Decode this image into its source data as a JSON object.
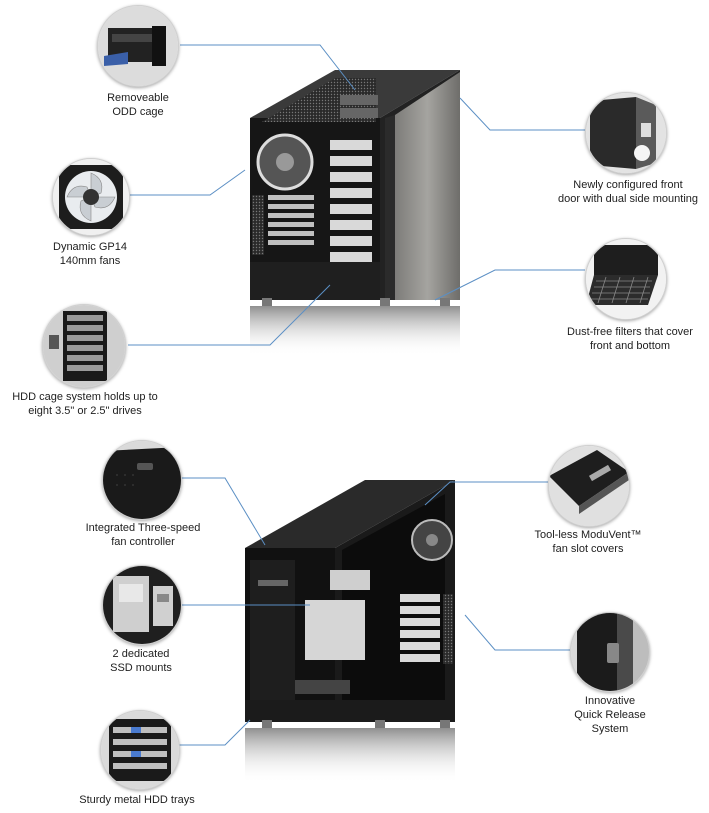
{
  "features": {
    "odd_cage": "Removeable\nODD cage",
    "fans": "Dynamic GP14\n140mm fans",
    "hdd_cage": "HDD cage system holds up to\neight 3.5\" or 2.5\" drives",
    "front_door": "Newly configured front\ndoor with dual side mounting",
    "filters": "Dust-free filters that cover\nfront and bottom",
    "fan_controller": "Integrated Three-speed\nfan controller",
    "ssd_mounts": "2 dedicated\nSSD mounts",
    "hdd_trays": "Sturdy metal HDD trays",
    "moduvent": "Tool-less ModuVent™\nfan slot covers",
    "quick_release": "Innovative\nQuick Release\nSystem"
  },
  "colors": {
    "leader_line": "#5b8fc4",
    "case_dark": "#1a1a1a",
    "case_side": "#8a8a88"
  },
  "icons": [
    "odd-cage-icon",
    "fan-icon",
    "hdd-cage-icon",
    "front-door-icon",
    "dust-filter-icon",
    "fan-controller-icon",
    "ssd-mount-icon",
    "hdd-tray-icon",
    "moduvent-icon",
    "quick-release-icon"
  ]
}
